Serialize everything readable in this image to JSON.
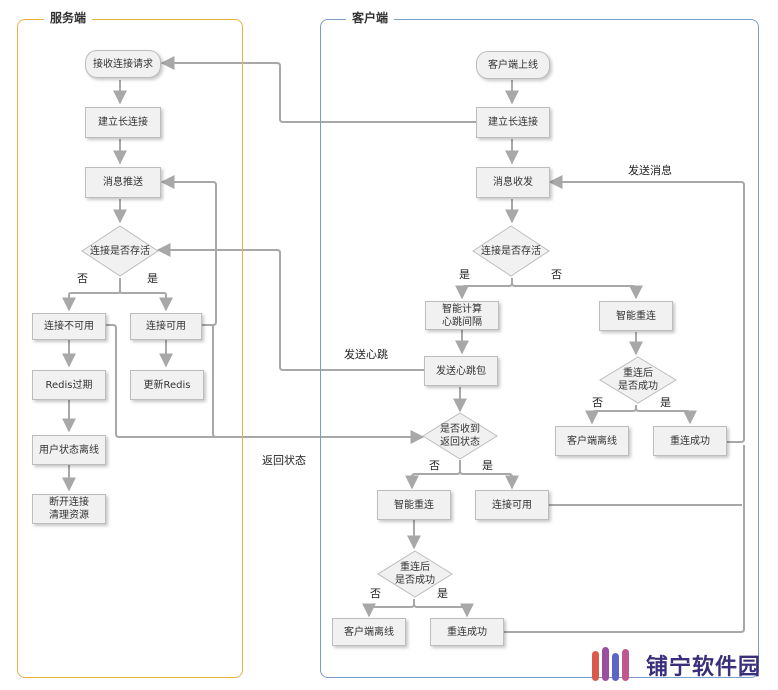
{
  "lanes": {
    "server": "服务端",
    "client": "客户端"
  },
  "server": {
    "receive_request": "接收连接请求",
    "establish_connection": "建立长连接",
    "push_message": "消息推送",
    "check_alive": "连接是否存活",
    "connection_unavailable": "连接不可用",
    "connection_available": "连接可用",
    "redis_expire": "Redis过期",
    "update_redis": "更新Redis",
    "user_offline": "用户状态离线",
    "disconnect_cleanup": "断开连接\n清理资源",
    "label_no": "否",
    "label_yes": "是"
  },
  "client": {
    "client_online": "客户端上线",
    "establish_connection": "建立长连接",
    "message_io": "消息收发",
    "check_alive": "连接是否存活",
    "smart_heartbeat": "智能计算\n心跳间隔",
    "smart_reconnect_right": "智能重连",
    "send_heartbeat": "发送心跳包",
    "received_return": "是否收到\n返回状态",
    "reconnect_success_q_right": "重连后\n是否成功",
    "client_offline_right": "客户端离线",
    "reconnect_success_right": "重连成功",
    "smart_reconnect_bottom": "智能重连",
    "connection_available": "连接可用",
    "reconnect_success_q_bottom": "重连后\n是否成功",
    "client_offline_bottom": "客户端离线",
    "reconnect_success_bottom": "重连成功",
    "label_yes_1": "是",
    "label_no_1": "否",
    "label_no_2": "否",
    "label_yes_2": "是",
    "label_no_3": "否",
    "label_yes_3": "是",
    "label_no_4": "否",
    "label_yes_4": "是"
  },
  "edge_labels": {
    "send_message": "发送消息",
    "send_heartbeat": "发送心跳",
    "return_status": "返回状态"
  },
  "logo": {
    "text": "铺宁软件园"
  },
  "colors": {
    "server_lane": "#e8b243",
    "client_lane": "#7a9dcc",
    "node_fill": "#f1f1f1",
    "arrow": "#a8a8a8"
  }
}
